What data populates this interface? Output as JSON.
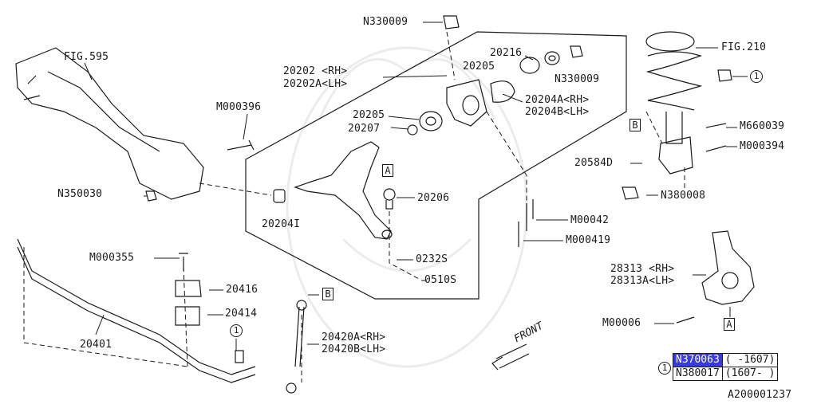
{
  "labels": {
    "fig595": "FIG.595",
    "m000396": "M000396",
    "n350030": "N350030",
    "n330009_top": "N330009",
    "p20202": "20202 <RH>",
    "p20202a": "20202A<LH>",
    "p20216": "20216",
    "p20205_top": "20205",
    "n330009_right": "N330009",
    "p20204a": "20204A<RH>",
    "p20204b": "20204B<LH>",
    "p20205_mid": "20205",
    "p20207": "20207",
    "p20206": "20206",
    "p20204i": "20204I",
    "p0232s": "0232S",
    "p0510s": "0510S",
    "fig210": "FIG.210",
    "m660039": "M660039",
    "m000394": "M000394",
    "p20584d": "20584D",
    "n380008": "N380008",
    "m00042": "M00042",
    "m000419": "M000419",
    "m000355": "M000355",
    "p20416": "20416",
    "p20414": "20414",
    "p20401": "20401",
    "p20420a": "20420A<RH>",
    "p20420b": "20420B<LH>",
    "p28313": "28313 <RH>",
    "p28313a": "28313A<LH>",
    "m00006": "M00006",
    "front": "FRONT",
    "diagram_id": "A200001237"
  },
  "refs": {
    "box_a": "A",
    "box_b": "B",
    "circle_1": "1"
  },
  "legend_table": {
    "rows": [
      {
        "part": "N370063",
        "range": "( -1607)"
      },
      {
        "part": "N380017",
        "range": "(1607- )"
      }
    ]
  },
  "colors": {
    "ink": "#1a1a1a",
    "highlight": "#3b3bd9"
  }
}
